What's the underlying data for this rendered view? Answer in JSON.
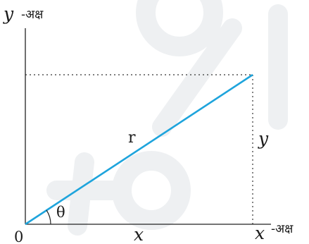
{
  "diagram": {
    "y_axis_var": "y",
    "y_axis_suffix": "-अक्ष",
    "x_axis_var": "x",
    "x_axis_suffix": "-अक्ष",
    "origin_label": "0",
    "radius_label": "r",
    "angle_label": "θ",
    "x_component_label": "x",
    "y_component_label": "y"
  },
  "colors": {
    "vector_line": "#1ea4dc",
    "axes": "#222222",
    "dotted": "#333333",
    "watermark": "#eef0f2"
  }
}
